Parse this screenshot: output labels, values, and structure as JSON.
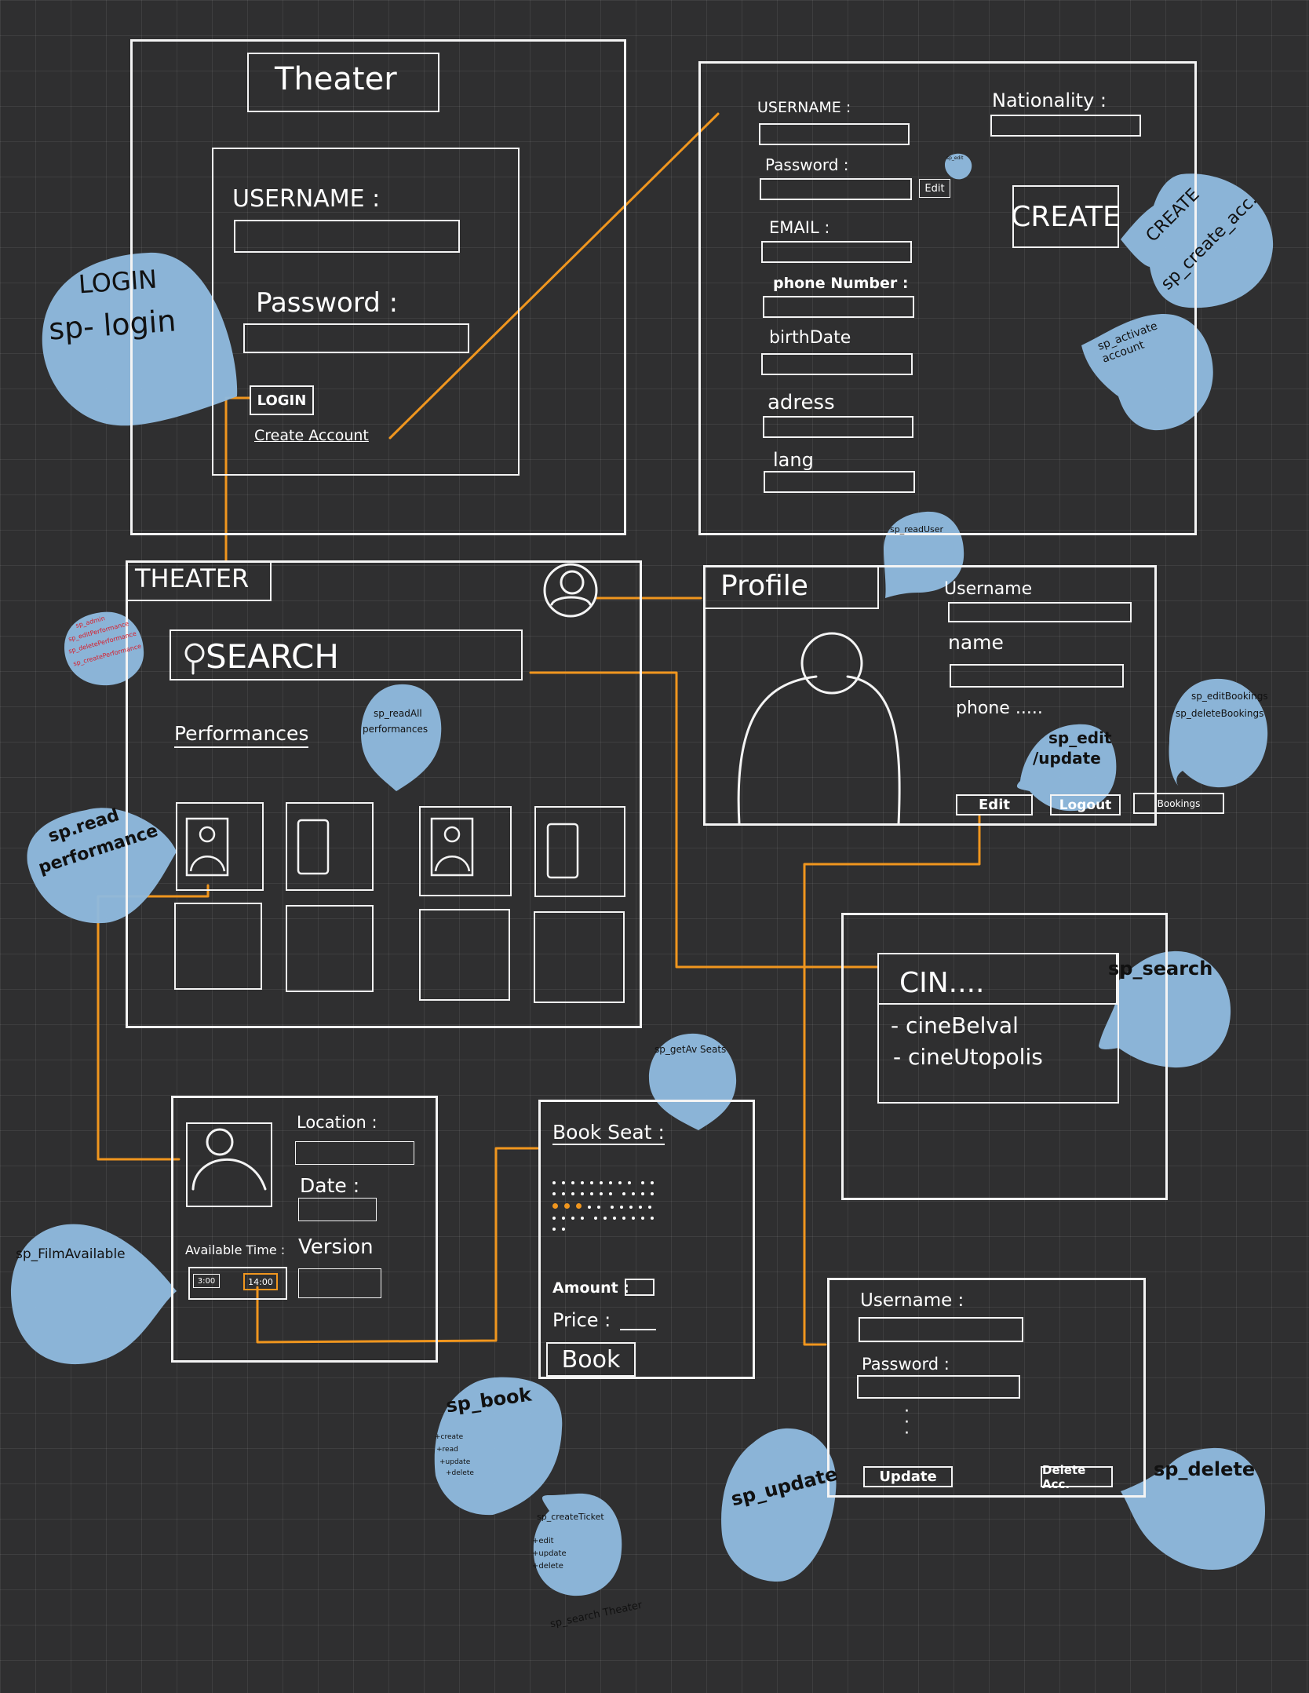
{
  "colors": {
    "background": "#2f2f30",
    "ink": "#f4f4f4",
    "connector": "#f0961e",
    "bubble": "#8fb9de",
    "bubble_text": "#111111",
    "note_red": "#d81c2a"
  },
  "login_screen": {
    "title": "Theater",
    "username_label": "USERNAME :",
    "password_label": "Password :",
    "login_button": "LOGIN",
    "create_account_link": "Create Account"
  },
  "create_account_screen": {
    "username_label": "USERNAME :",
    "password_label": "Password :",
    "edit_button": "Edit",
    "email_label": "EMAIL :",
    "phone_label": "phone Number :",
    "birthdate_label": "birthDate",
    "address_label": "adress",
    "lang_label": "lang",
    "nationality_label": "Nationality :",
    "create_button": "CREATE"
  },
  "home_screen": {
    "title": "THEATER",
    "search_placeholder": "SEARCH",
    "performances_label": "Performances",
    "icons": [
      "user-avatar-icon",
      "search-icon"
    ]
  },
  "profile_screen": {
    "title": "Profile",
    "username_label": "Username",
    "name_label": "name",
    "phone_label": "phone .....",
    "edit_button": "Edit",
    "logout_button": "Logout",
    "bookings_button": "Bookings"
  },
  "search_results": {
    "query": "CIN....",
    "results": [
      "- cineBelval",
      "- cineUtopolis"
    ]
  },
  "performance_detail": {
    "location_label": "Location :",
    "date_label": "Date :",
    "available_time_label": "Available Time :",
    "times": [
      "3:00",
      "14:00"
    ],
    "version_label": "Version"
  },
  "book_seat": {
    "title": "Book Seat :",
    "amount_label": "Amount :",
    "price_label": "Price :",
    "book_button": "Book"
  },
  "account_edit": {
    "username_label": "Username :",
    "password_label": "Password :",
    "update_button": "Update",
    "delete_button": "Delete Acc."
  },
  "bubbles": {
    "login": "LOGIN",
    "sp_login": "sp- login",
    "create": "CREATE",
    "sp_create": "sp_create_acc.",
    "activate": "sp_activate account",
    "read_user": "sp_readUser",
    "small_top": "sp_edit",
    "edit_update_1": "sp_edit",
    "edit_update_2": "/update",
    "edit_bookings_1": "sp_editBookings",
    "edit_bookings_2": "sp_deleteBookings",
    "read_all_1": "sp_readAll",
    "read_all_2": "performances",
    "read_perf_1": "sp.read",
    "read_perf_2": "performance",
    "search": "sp_search",
    "get_av_seats": "sp_getAv Seats",
    "film_available": "sp_FilmAvailable",
    "book": "sp_book",
    "book_ops": [
      "+create",
      "+read",
      "+update",
      "+delete"
    ],
    "create_ticket": "sp_createTicket",
    "ticket_ops": [
      "+edit",
      "+update",
      "+delete"
    ],
    "search_theater": "sp_search Theater",
    "update": "sp_update",
    "delete": "sp_delete"
  },
  "red_notes": [
    "sp_admin",
    "sp_editPerformance",
    "sp_deletePerformance",
    "sp_createPerformance"
  ]
}
